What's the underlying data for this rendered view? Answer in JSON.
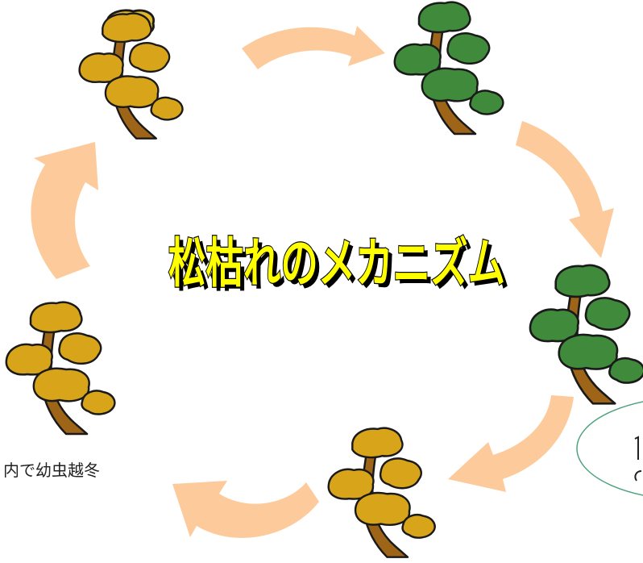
{
  "title": "松枯れのメカニズム",
  "caption_left": "内で幼虫越冬",
  "colors": {
    "arrow": "#FDCB9B",
    "healthy_foliage": "#3F8A3B",
    "diseased_foliage": "#D8A51A",
    "wilted_top": "#E0B62B",
    "outline": "#1a1a1a",
    "trunk": "#9E6417",
    "title_fill": "#FFFF00",
    "callout_border": "#4FA37F"
  },
  "trees": [
    {
      "name": "pine-tree-wilting-top",
      "state": "diseased"
    },
    {
      "name": "pine-tree-healthy-top",
      "state": "healthy"
    },
    {
      "name": "pine-tree-healthy-right",
      "state": "healthy"
    },
    {
      "name": "pine-tree-diseased-bottom",
      "state": "diseased"
    },
    {
      "name": "pine-tree-diseased-left",
      "state": "diseased"
    }
  ]
}
